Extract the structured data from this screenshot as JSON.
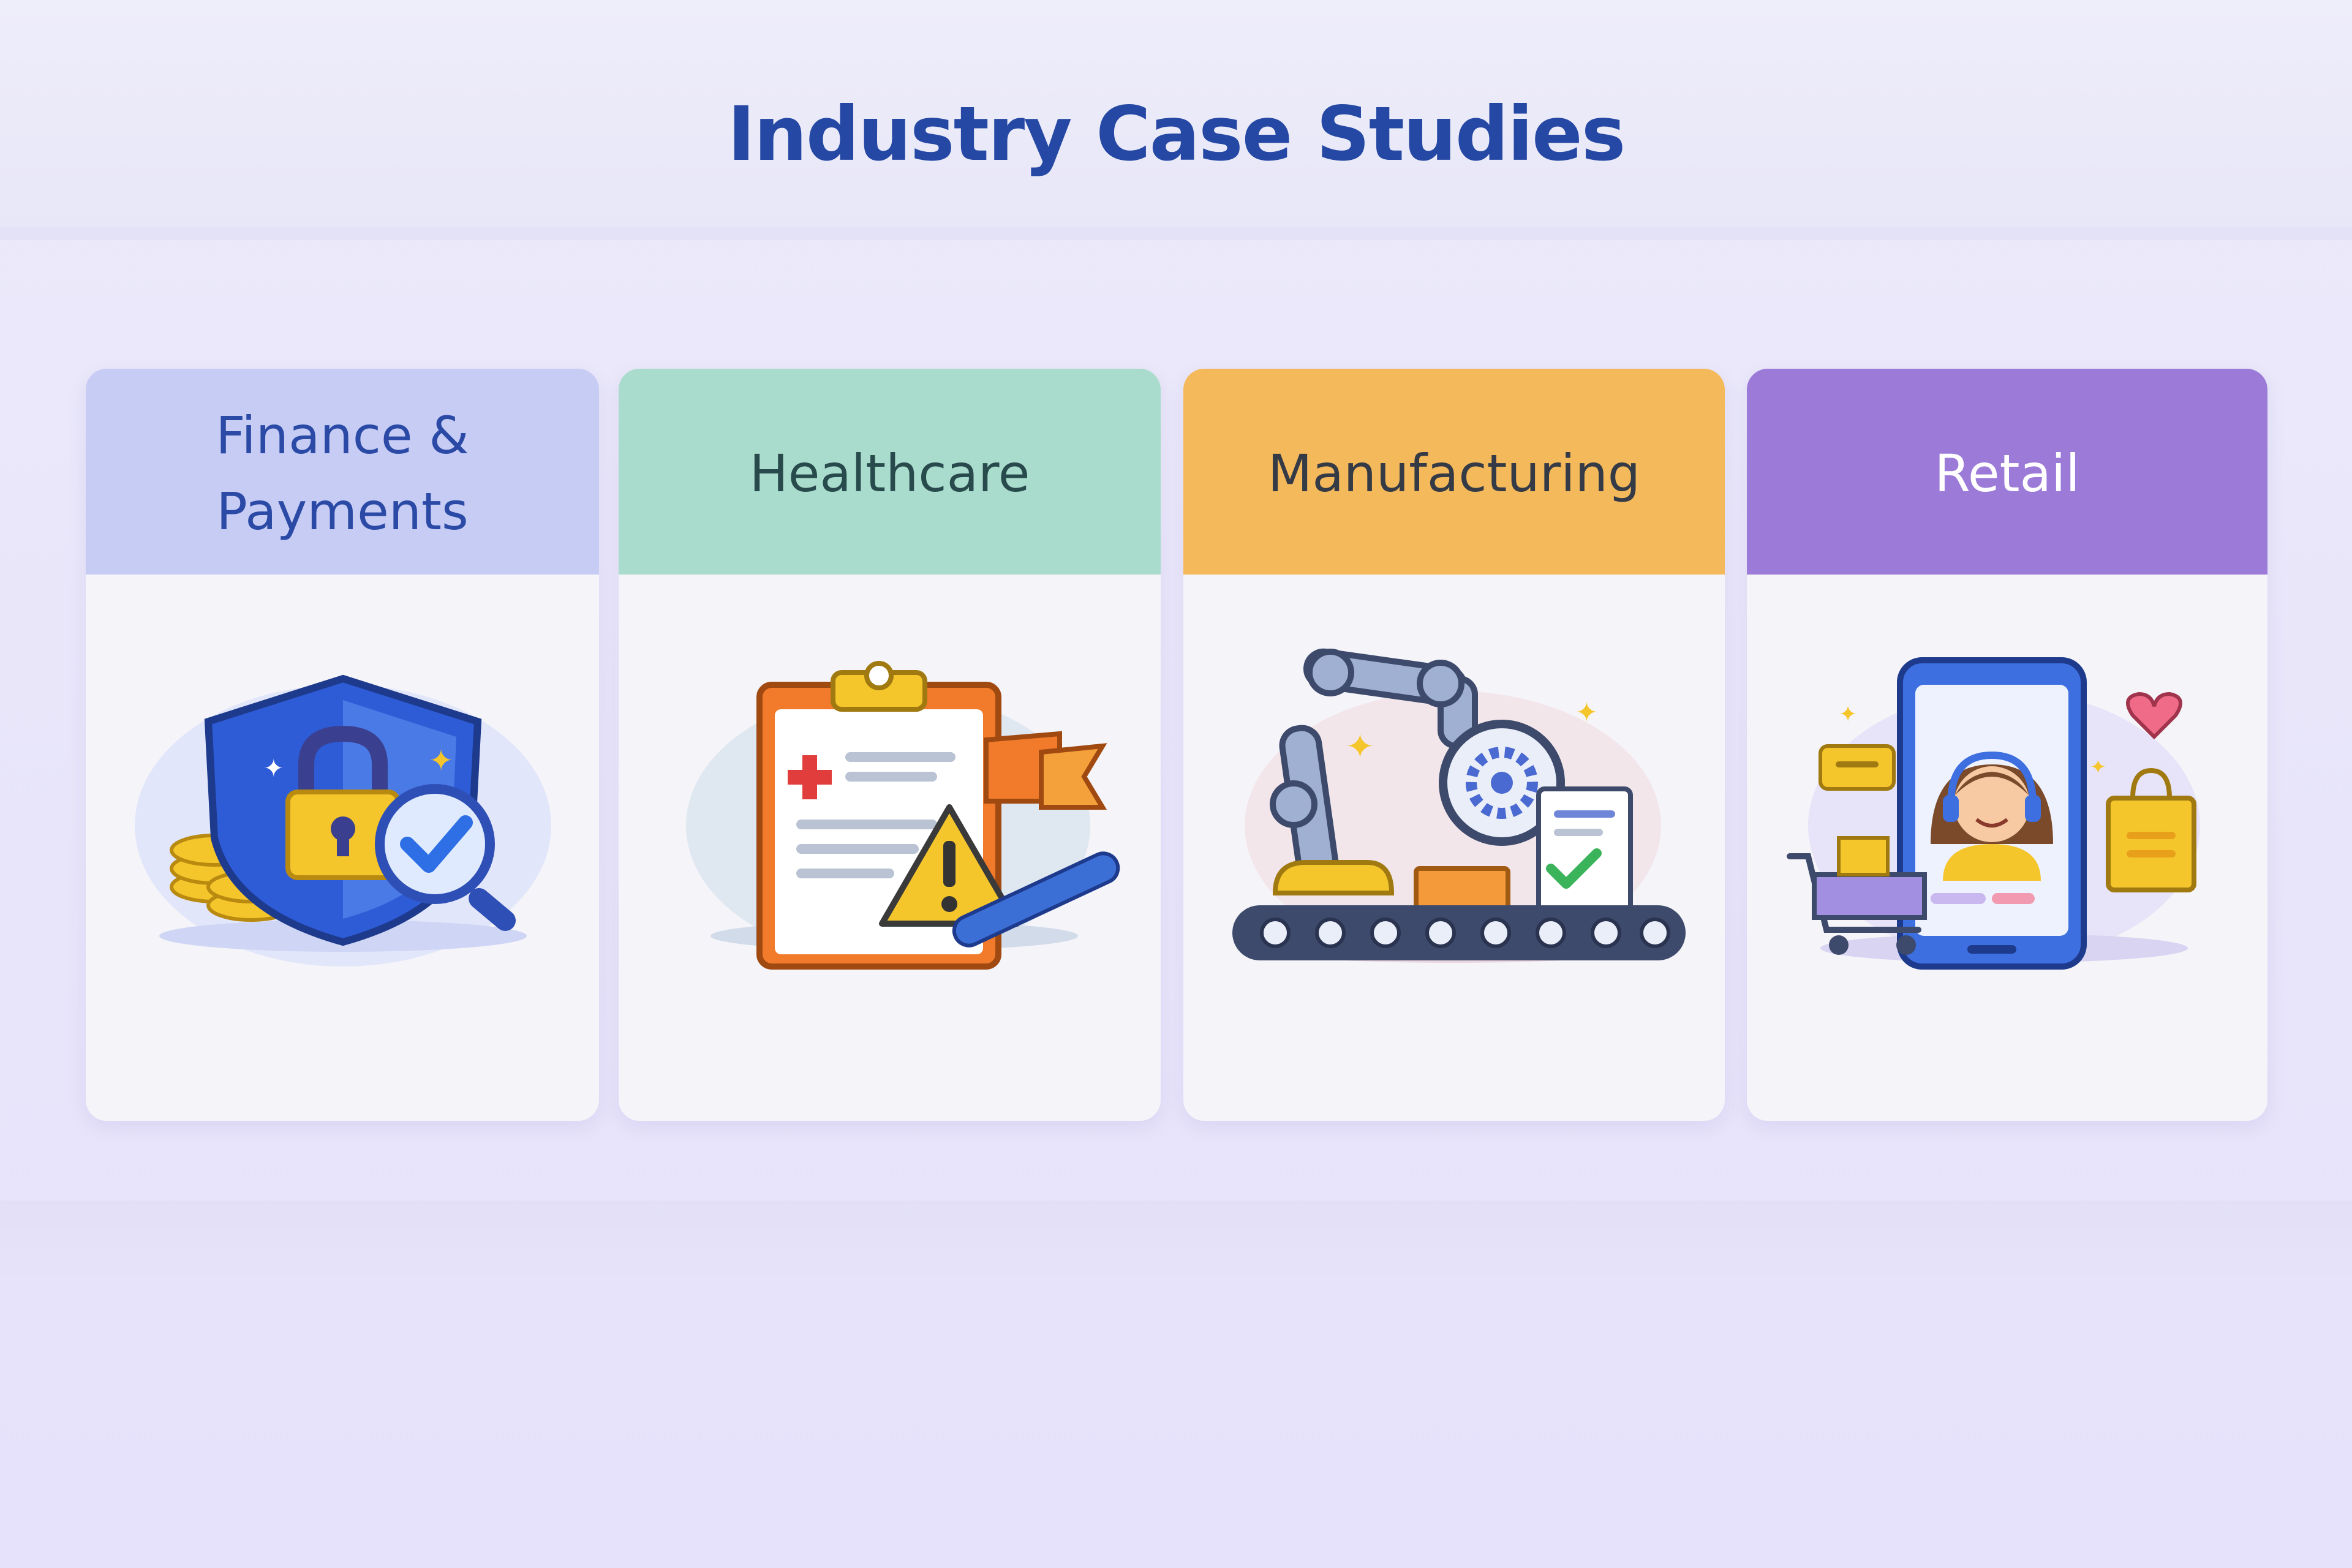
{
  "page": {
    "title": "Industry Case Studies"
  },
  "cards": [
    {
      "title": "Finance &\nPayments",
      "header_color": "#c7ccf5",
      "title_color": "#2a4aa6",
      "icon": "shield-lock-coins-icon"
    },
    {
      "title": "Healthcare",
      "header_color": "#a9dccc",
      "title_color": "#284a4c",
      "icon": "clipboard-warning-icon"
    },
    {
      "title": "Manufacturing",
      "header_color": "#f4b95a",
      "title_color": "#343a46",
      "icon": "robotic-arm-conveyor-icon"
    },
    {
      "title": "Retail",
      "header_color": "#9b7ad8",
      "title_color": "#ffffff",
      "icon": "shopping-phone-assistant-icon"
    }
  ]
}
